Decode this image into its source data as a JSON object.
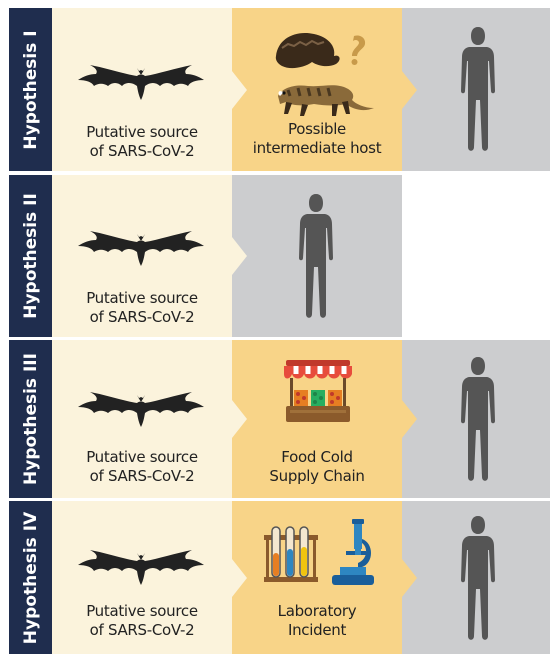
{
  "hypotheses": [
    {
      "label": "Hypothesis I",
      "source_caption": [
        "Putative source",
        "of SARS-CoV-2"
      ],
      "intermediate_caption": [
        "Possible",
        "intermediate host"
      ],
      "intermediate_icon": "pangolin-civet-question-icon",
      "target_icon": "human-silhouette-icon"
    },
    {
      "label": "Hypothesis II",
      "source_caption": [
        "Putative source",
        "of SARS-CoV-2"
      ],
      "target_icon": "human-silhouette-icon"
    },
    {
      "label": "Hypothesis III",
      "source_caption": [
        "Putative source",
        "of SARS-CoV-2"
      ],
      "intermediate_caption": [
        "Food Cold",
        "Supply Chain"
      ],
      "intermediate_icon": "market-stall-icon",
      "target_icon": "human-silhouette-icon"
    },
    {
      "label": "Hypothesis IV",
      "source_caption": [
        "Putative source",
        "of SARS-CoV-2"
      ],
      "intermediate_caption": [
        "Laboratory",
        "Incident"
      ],
      "intermediate_icon": "test-tubes-microscope-icon",
      "target_icon": "human-silhouette-icon"
    }
  ],
  "source_icon": "bat-icon",
  "colors": {
    "label_bg": "#1f2d4e",
    "source_bg": "#fbf3dc",
    "intermediate_bg": "#f8d488",
    "human_bg": "#cccdcf",
    "silhouette": "#555555",
    "bat": "#222222"
  }
}
